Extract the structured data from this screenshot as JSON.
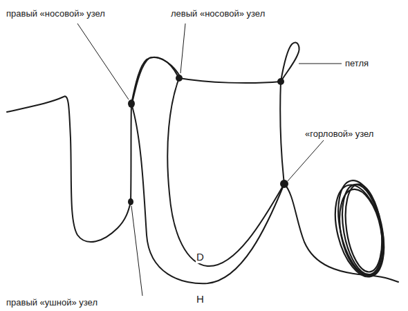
{
  "diagram": {
    "labels": [
      "правый «носовой» узел",
      "левый «носовой» узел",
      "петля",
      "«горловой» узел",
      "правый «ушной» узел",
      "D",
      "H"
    ]
  }
}
